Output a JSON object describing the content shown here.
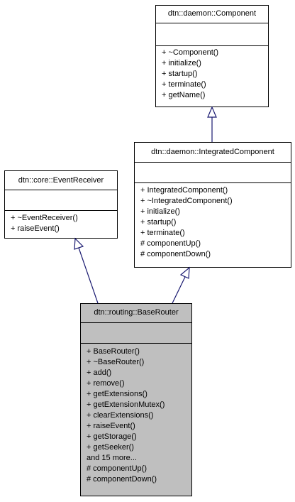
{
  "classes": {
    "component": {
      "name": "dtn::daemon::Component",
      "methods": [
        "+ ~Component()",
        "+ initialize()",
        "+ startup()",
        "+ terminate()",
        "+ getName()"
      ]
    },
    "integrated": {
      "name": "dtn::daemon::IntegratedComponent",
      "methods": [
        "+ IntegratedComponent()",
        "+ ~IntegratedComponent()",
        "+ initialize()",
        "+ startup()",
        "+ terminate()",
        "# componentUp()",
        "# componentDown()"
      ]
    },
    "event_receiver": {
      "name": "dtn::core::EventReceiver",
      "methods": [
        "+ ~EventReceiver()",
        "+ raiseEvent()"
      ]
    },
    "base_router": {
      "name": "dtn::routing::BaseRouter",
      "methods": [
        "+ BaseRouter()",
        "+ ~BaseRouter()",
        "+ add()",
        "+ remove()",
        "+ getExtensions()",
        "+ getExtensionMutex()",
        "+ clearExtensions()",
        "+ raiseEvent()",
        "+ getStorage()",
        "+ getSeeker()",
        "and 15 more...",
        "# componentUp()",
        "# componentDown()"
      ]
    }
  },
  "colors": {
    "highlight_fill": "#bfbfbf",
    "edge": "#191970"
  }
}
